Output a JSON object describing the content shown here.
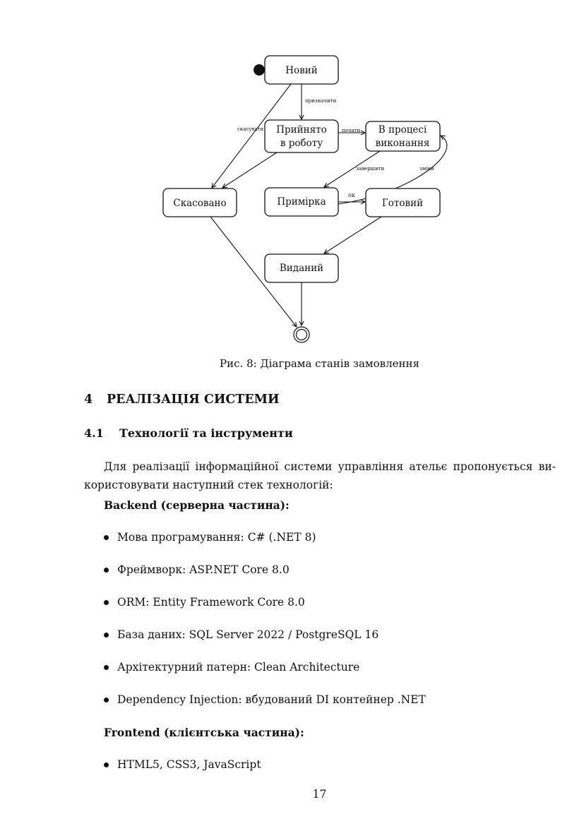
{
  "diagram": {
    "nodes": {
      "new": "Новий",
      "accepted": [
        "Прийнято",
        "в роботу"
      ],
      "in_progress": [
        "В процесі",
        "виконання"
      ],
      "cancelled": "Скасовано",
      "fitting": "Примірка",
      "ready": "Готовий",
      "issued": "Виданий"
    },
    "edges": {
      "assign": "призначити",
      "cancel": "скасувати",
      "start": "почати",
      "finish": "завершити",
      "ok": "ок",
      "changes": "зміни"
    }
  },
  "caption": "Рис. 8: Діаграма станів замовлення",
  "section": {
    "number": "4",
    "title": "РЕАЛІЗАЦІЯ СИСТЕМИ"
  },
  "subsection": {
    "number": "4.1",
    "title": "Технології та інструменти"
  },
  "paragraph": {
    "line1": "Для реалізації інформаційної системи управління ательє пропонується ви-",
    "line2": "користовувати наступний стек технологій:"
  },
  "backend": {
    "heading": "Backend (серверна частина):",
    "items": [
      "Мова програмування: C# (.NET 8)",
      "Фреймворк: ASP.NET Core 8.0",
      "ORM: Entity Framework Core 8.0",
      "База даних: SQL Server 2022 / PostgreSQL 16",
      "Архітектурний патерн: Clean Architecture",
      "Dependency Injection: вбудований DI контейнер .NET"
    ]
  },
  "frontend": {
    "heading": "Frontend (клієнтська частина):",
    "items": [
      "HTML5, CSS3, JavaScript"
    ]
  },
  "page_number": "17"
}
